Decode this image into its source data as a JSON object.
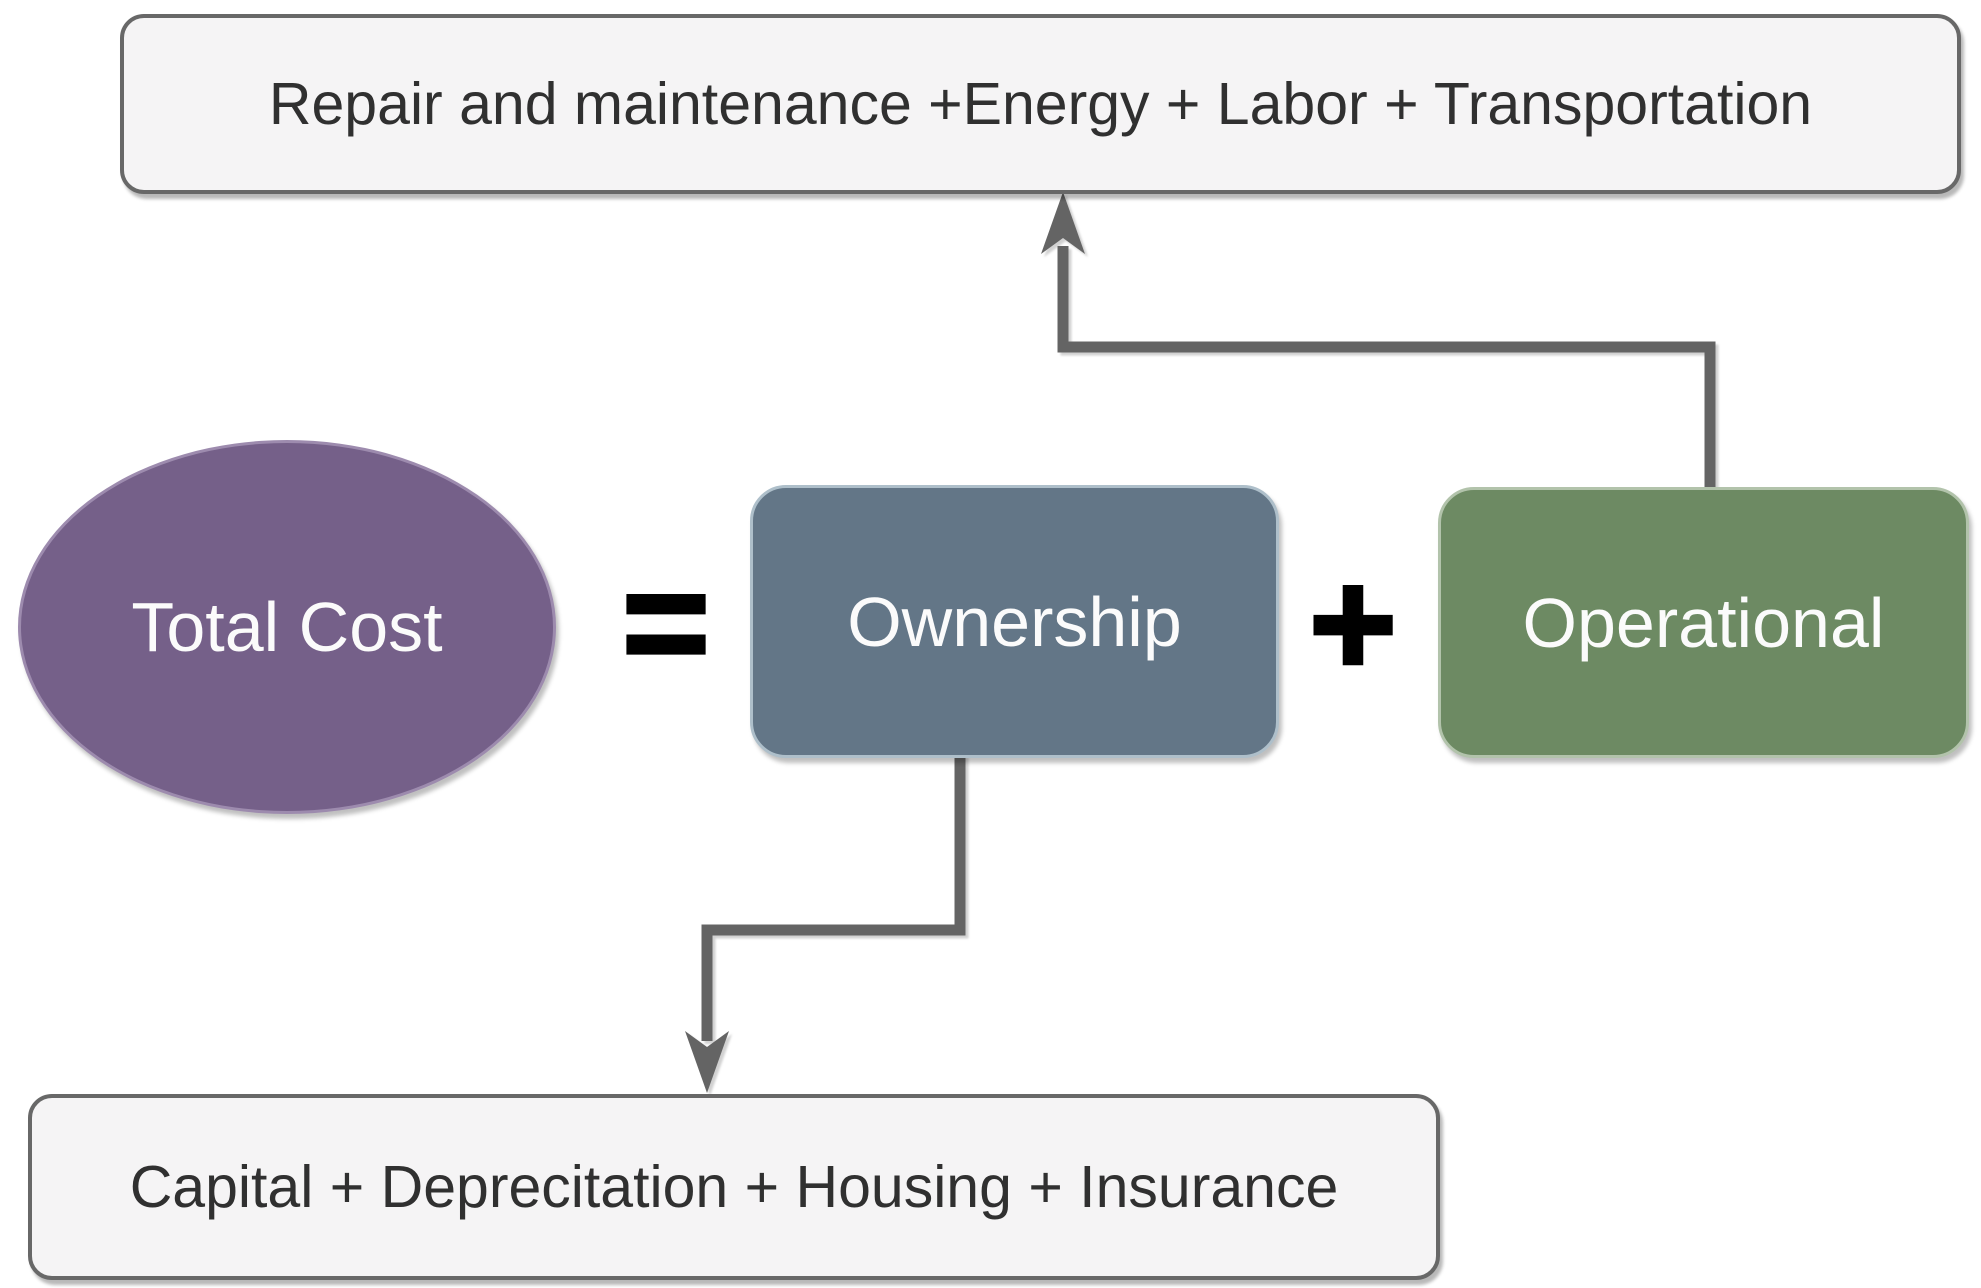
{
  "diagram": {
    "equation": {
      "result": {
        "label": "Total Cost"
      },
      "operator_equals": "=",
      "term1": {
        "label": "Ownership"
      },
      "operator_plus": "+",
      "term2": {
        "label": "Operational"
      }
    },
    "breakdowns": {
      "operational": {
        "label": "Repair and maintenance +Energy + Labor + Transportation"
      },
      "ownership": {
        "label": "Capital + Deprecitation + Housing + Insurance"
      }
    },
    "colors": {
      "total_cost_fill": "#756089",
      "ownership_fill": "#637687",
      "operational_fill": "#6d8a63",
      "breakdown_fill": "#f5f4f5",
      "breakdown_border": "#686868",
      "connector": "#646464",
      "operator_color": "#000000",
      "node_text": "#fbfbfb",
      "breakdown_text": "#303030",
      "background": "#ffffff"
    }
  }
}
